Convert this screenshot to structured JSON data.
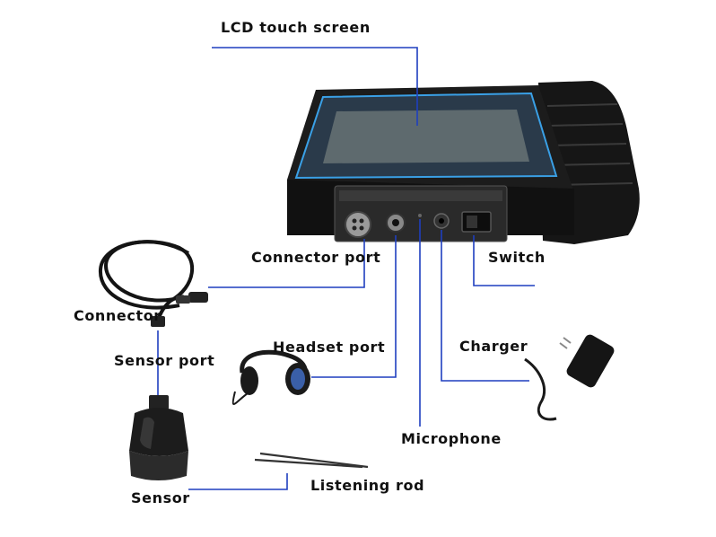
{
  "labels": {
    "lcd": "LCD touch screen",
    "connector_port": "Connector port",
    "switch": "Switch",
    "connector": "Connector",
    "headset_port": "Headset port",
    "charger": "Charger",
    "sensor_port": "Sensor port",
    "microphone": "Microphone",
    "sensor": "Sensor",
    "listening_rod": "Listening rod"
  },
  "colors": {
    "leader_line": "#1f3fbf",
    "device_body": "#1a1a1a",
    "screen": "#5e6a6e",
    "screen_border": "#3aa0e6"
  }
}
